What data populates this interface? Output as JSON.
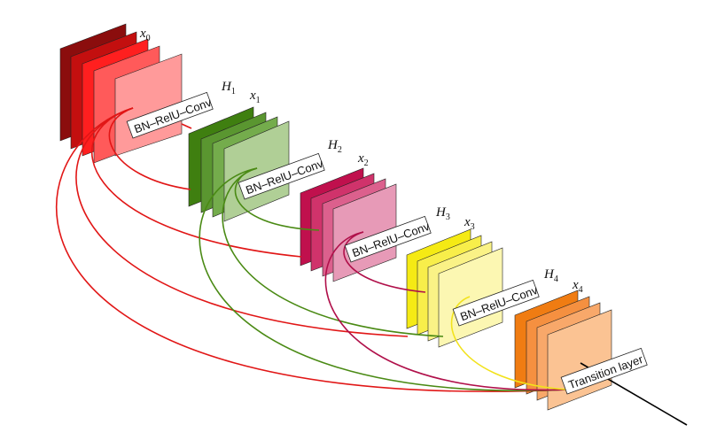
{
  "diagram": {
    "blocks": [
      {
        "x_label": "x",
        "x_sub": "0",
        "colors": [
          "#8b0d0d",
          "#c30f0f",
          "#ff1f1f",
          "#ff5a5a",
          "#ff9a9a"
        ],
        "label": "BN–RelU–Conv"
      },
      {
        "h_label": "H",
        "h_sub": "1",
        "x_label": "x",
        "x_sub": "1",
        "colors": [
          "#3f7f10",
          "#5a9630",
          "#74ac4c",
          "#b0cf96"
        ],
        "label": "BN–RelU–Conv"
      },
      {
        "h_label": "H",
        "h_sub": "2",
        "x_label": "x",
        "x_sub": "2",
        "colors": [
          "#c0104d",
          "#d0336b",
          "#dc608d",
          "#e79ab7"
        ],
        "label": "BN–RelU–Conv"
      },
      {
        "h_label": "H",
        "h_sub": "3",
        "x_label": "x",
        "x_sub": "3",
        "colors": [
          "#f5ea14",
          "#f8ee4a",
          "#faf286",
          "#fcf7b2"
        ],
        "label": "BN–RelU–Conv"
      },
      {
        "h_label": "H",
        "h_sub": "4",
        "x_label": "x",
        "x_sub": "4",
        "colors": [
          "#f07c12",
          "#f59040",
          "#f8a86a",
          "#fbc393"
        ],
        "label": "Transition layer"
      }
    ],
    "connection_colors": {
      "from_x0": "#e11616",
      "from_x1": "#4a8a14",
      "from_x2": "#b0104a",
      "from_x3": "#f2e21c",
      "output": "#000000"
    }
  }
}
